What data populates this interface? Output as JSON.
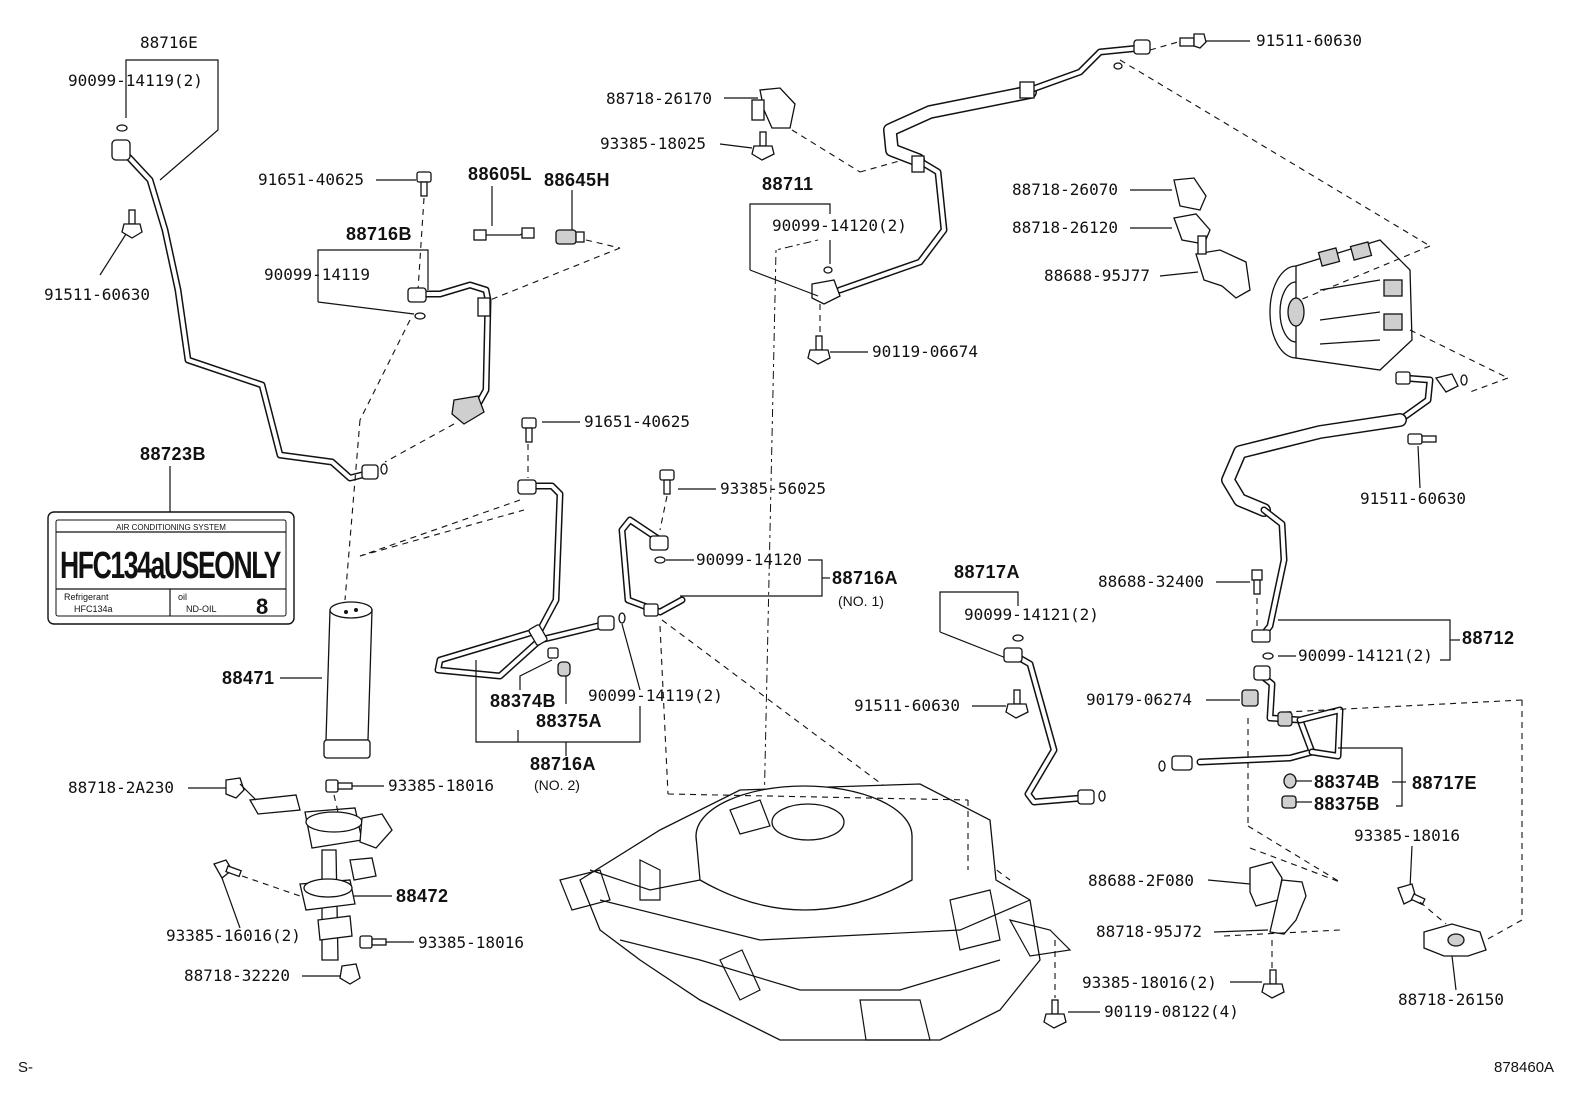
{
  "diagram": {
    "labels": {
      "p88716E": "88716E",
      "p90099_14119_2_top": "90099-14119(2)",
      "p91511_60630_left": "91511-60630",
      "p91651_40625_top": "91651-40625",
      "p88605L": "88605L",
      "p88645H": "88645H",
      "p88716B": "88716B",
      "p90099_14119": "90099-14119",
      "p88718_26170": "88718-26170",
      "p93385_18025": "93385-18025",
      "p88711": "88711",
      "p90099_14120_2": "90099-14120(2)",
      "p90119_06674": "90119-06674",
      "p91511_60630_topright": "91511-60630",
      "p88718_26070": "88718-26070",
      "p88718_26120": "88718-26120",
      "p88688_95J77": "88688-95J77",
      "p88723B": "88723B",
      "p91651_40625_mid": "91651-40625",
      "p93385_56025": "93385-56025",
      "p90099_14120": "90099-14120",
      "p88716A_1": "88716A",
      "p88716A_1_sub": "(NO. 1)",
      "p91511_60630_right": "91511-60630",
      "p88688_32400": "88688-32400",
      "p88712": "88712",
      "p90099_14121_2_right": "90099-14121(2)",
      "p88717A": "88717A",
      "p90099_14121_2_mid": "90099-14121(2)",
      "p91511_60630_mid": "91511-60630",
      "p90179_06274": "90179-06274",
      "p88471": "88471",
      "p88374B_mid": "88374B",
      "p88375A": "88375A",
      "p90099_14119_2_mid": "90099-14119(2)",
      "p88716A_2": "88716A",
      "p88716A_2_sub": "(NO. 2)",
      "p88374B_right": "88374B",
      "p88717E": "88717E",
      "p88375B": "88375B",
      "p88718_2A230": "88718-2A230",
      "p93385_18016_a": "93385-18016",
      "p88472": "88472",
      "p93385_16016_2": "93385-16016(2)",
      "p93385_18016_b": "93385-18016",
      "p88718_32220": "88718-32220",
      "p93385_18016_c": "93385-18016",
      "p88688_2F080": "88688-2F080",
      "p88718_95J72": "88718-95J72",
      "p93385_18016_2": "93385-18016(2)",
      "p90119_08122_4": "90119-08122(4)",
      "p88718_26150": "88718-26150"
    },
    "warning_label": {
      "title": "AIR CONDITIONING SYSTEM",
      "main": "HFC134aUSEONLY",
      "refrigerant_label": "Refrigerant",
      "refrigerant_value": "HFC134a",
      "oil_label": "oil",
      "oil_value": "ND-OIL",
      "oil_number": "8"
    },
    "footer": {
      "left": "S-",
      "right": "878460A"
    }
  }
}
